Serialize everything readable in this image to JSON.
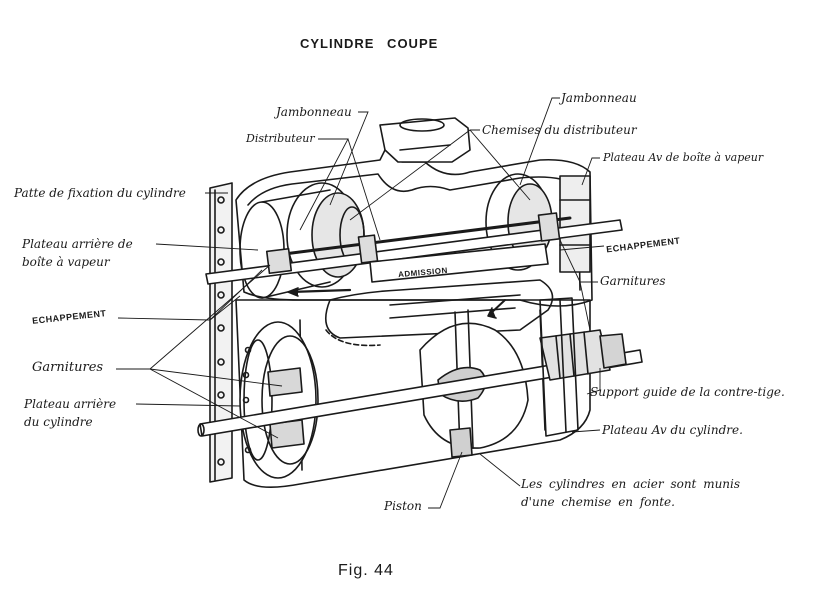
{
  "figure": {
    "title": "CYLINDRE COUPE",
    "caption": "Fig. 44"
  },
  "labels": {
    "jambonneau_left": "Jambonneau",
    "distributeur": "Distributeur",
    "jambonneau_right": "Jambonneau",
    "chemises_distributeur": "Chemises du distributeur",
    "plateau_av_boite": "Plateau Av de boîte à vapeur",
    "patte_fixation": "Patte de fixation du cylindre",
    "plateau_arriere_boite_1": "Plateau arrière de",
    "plateau_arriere_boite_2": "boîte à vapeur",
    "echappement_right": "ECHAPPEMENT",
    "admission": "ADMISSION",
    "garnitures_right": "Garnitures",
    "echappement_left": "ECHAPPEMENT",
    "garnitures_left": "Garnitures",
    "support_guide": "Support guide de la contre-tige.",
    "plateau_arriere_cyl_1": "Plateau arrière",
    "plateau_arriere_cyl_2": "du cylindre",
    "plateau_av_cyl": "Plateau Av du cylindre.",
    "piston": "Piston",
    "note_1": "Les cylindres en acier sont munis",
    "note_2": "d'une chemise en fonte."
  }
}
